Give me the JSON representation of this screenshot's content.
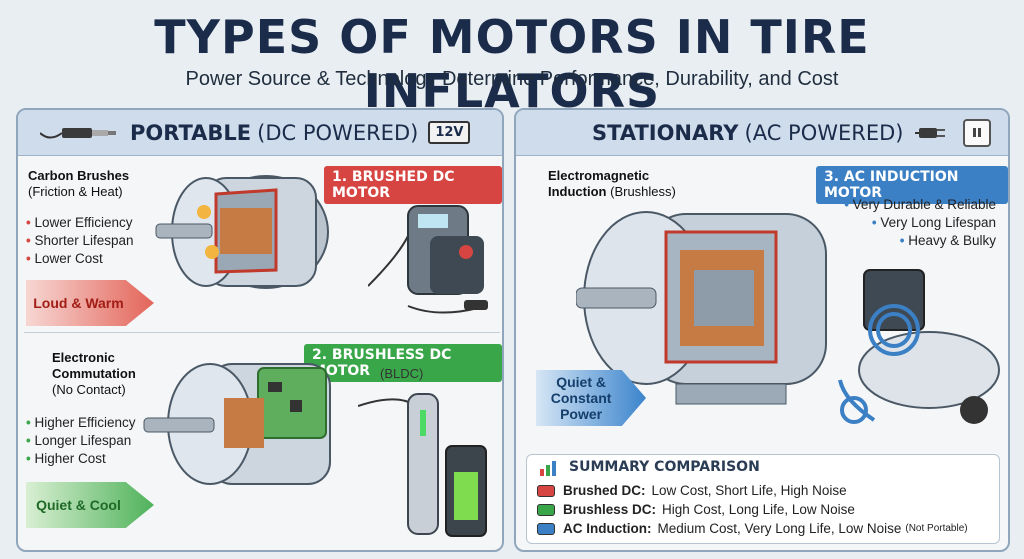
{
  "title": "TYPES OF MOTORS IN TIRE INFLATORS",
  "subtitle": "Power Source & Technology Determine Performance, Durability, and Cost",
  "left_panel": {
    "header_bold": "PORTABLE",
    "header_rest": "(DC POWERED)",
    "voltage_tag": "12V",
    "brushed": {
      "tag": "1. BRUSHED DC MOTOR",
      "label_title": "Carbon Brushes",
      "label_sub": "(Friction & Heat)",
      "bullets": [
        "Lower Efficiency",
        "Shorter Lifespan",
        "Lower Cost"
      ],
      "arrow_text": "Loud & Warm"
    },
    "brushless": {
      "tag": "2. BRUSHLESS DC MOTOR",
      "subtag": "(BLDC)",
      "label_title_1": "Electronic",
      "label_title_2": "Commutation",
      "label_sub": "(No Contact)",
      "bullets": [
        "Higher Efficiency",
        "Longer Lifespan",
        "Higher Cost"
      ],
      "arrow_text": "Quiet & Cool"
    }
  },
  "right_panel": {
    "header_bold": "STATIONARY",
    "header_rest": "(AC POWERED)",
    "induction": {
      "tag": "3. AC INDUCTION MOTOR",
      "label_title_1": "Electromagnetic",
      "label_title_2": "Induction",
      "label_sub": "(Brushless)",
      "bullets": [
        "Very Durable & Reliable",
        "Very Long Lifespan",
        "Heavy & Bulky"
      ],
      "arrow_text": "Quiet & Constant Power"
    },
    "summary": {
      "title": "SUMMARY COMPARISON",
      "rows": [
        {
          "key": "Brushed DC:",
          "value": "Low Cost, Short Life, High Noise",
          "note": ""
        },
        {
          "key": "Brushless DC:",
          "value": "High Cost, Long Life, Low Noise",
          "note": ""
        },
        {
          "key": "AC Induction:",
          "value": "Medium Cost, Very Long Life, Low Noise",
          "note": "(Not Portable)"
        }
      ]
    }
  },
  "colors": {
    "brushed": "#d64541",
    "brushless": "#3aa64a",
    "induction": "#3b7fc4",
    "title": "#1b2b4a"
  },
  "icons": [
    "car-plug-icon",
    "battery-icon",
    "ac-plug-icon",
    "wall-outlet-icon",
    "bar-chart-icon"
  ]
}
